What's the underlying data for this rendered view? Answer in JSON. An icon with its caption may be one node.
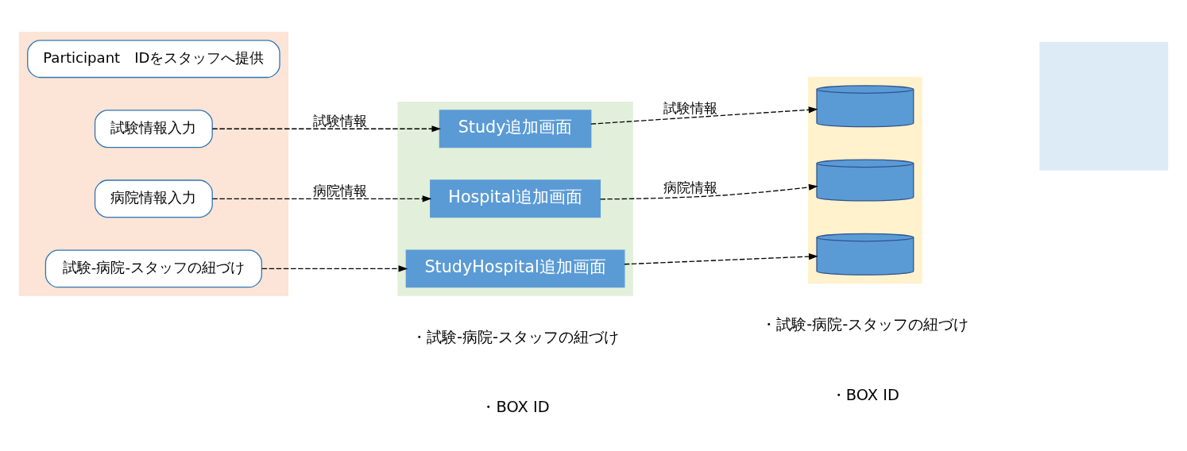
{
  "diagram": {
    "nodes": [
      {
        "text": [],
        "shape": "band"
      },
      {
        "text": [],
        "shape": "band"
      },
      {
        "text": [],
        "shape": "band"
      },
      {
        "text": [],
        "shape": "band"
      },
      {
        "text": [
          "Participant　IDをスタッフへ提供"
        ],
        "in": 0
      },
      {
        "text": [
          "試験情報入力"
        ],
        "in": 0
      },
      {
        "text": [
          "病院情報入力"
        ],
        "in": 0
      },
      {
        "text": [
          "試験-病院-スタッフの紐づけ"
        ],
        "in": 0
      },
      {
        "text": [
          "Study追加画面"
        ],
        "in": 1
      },
      {
        "text": [
          "Hospital追加画面"
        ],
        "in": 1
      },
      {
        "text": [
          "StudyHospital追加画面"
        ],
        "in": 1
      },
      {
        "text": [],
        "shape": "cylinder",
        "in": 2
      },
      {
        "text": [],
        "shape": "cylinder",
        "in": 2
      },
      {
        "text": [],
        "shape": "cylinder",
        "in": 2
      }
    ],
    "edges": [
      {
        "from": 5,
        "to": 8,
        "arrow": "to",
        "label": "試験情報",
        "style": "dashed"
      },
      {
        "from": 8,
        "to": 11,
        "arrow": "to",
        "label": "試験情報",
        "style": "dashed"
      },
      {
        "from": 6,
        "to": 9,
        "arrow": "to",
        "label": "病院情報",
        "style": "dashed"
      },
      {
        "from": 9,
        "to": 12,
        "arrow": "to",
        "label": "病院情報",
        "style": "dashed"
      },
      {
        "from": 7,
        "to": 10,
        "arrow": "to",
        "style": "dashed"
      },
      {
        "from": 10,
        "to": 13,
        "arrow": "to",
        "style": "dashed"
      }
    ],
    "labels": [
      "・試験-病院-スタッフの紐づけ",
      "・BOX ID",
      "・試験-病院-スタッフの紐づけ",
      "・BOX ID"
    ]
  }
}
